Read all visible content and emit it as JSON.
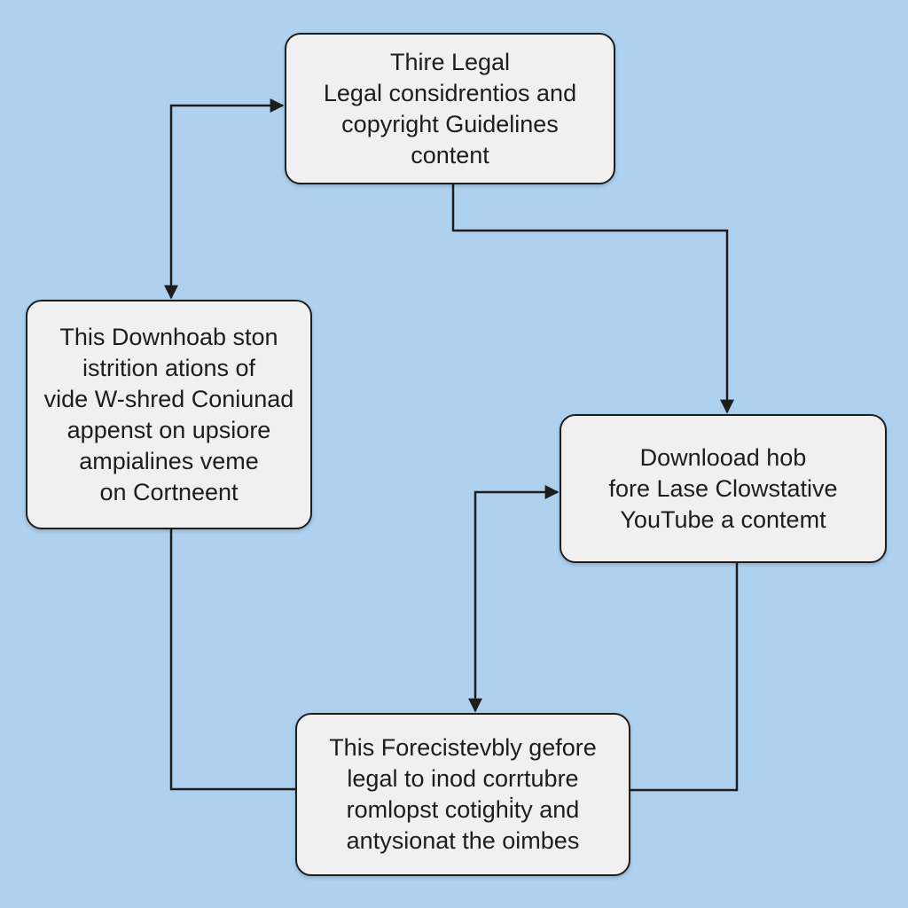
{
  "diagram": {
    "background_color": "#aed1ef",
    "node_fill_color": "#f0f0f0",
    "stroke_color": "#1d1d1d",
    "nodes": {
      "top": {
        "lines": [
          "Thire Legal",
          "Legal considrentios and",
          "copyright Guidelines",
          "content"
        ]
      },
      "left": {
        "lines": [
          "This Downhoab ston",
          "istrition ations of",
          "vide W-shred Coniunad",
          "appenst on upsiore",
          "ampialines veme",
          "on Cortneent"
        ]
      },
      "right": {
        "lines": [
          "Downlooad hob",
          "fore Lase Clowstative",
          "YouTube a contemt"
        ]
      },
      "bottom": {
        "lines": [
          "This Forecistevbly gefore",
          "legal to inod corrtubre",
          "romlopst cotighi̇ty and",
          "antysionat the oimbes"
        ]
      }
    },
    "connectors": [
      {
        "from": "left",
        "to": "top",
        "arrowheads": "both"
      },
      {
        "from": "top",
        "to": "right",
        "arrowheads": "end"
      },
      {
        "from": "bottom",
        "to": "right",
        "arrowheads": "both"
      },
      {
        "from": "left",
        "to": "bottom",
        "arrowheads": "none"
      },
      {
        "from": "right",
        "to": "bottom",
        "arrowheads": "none"
      }
    ]
  }
}
